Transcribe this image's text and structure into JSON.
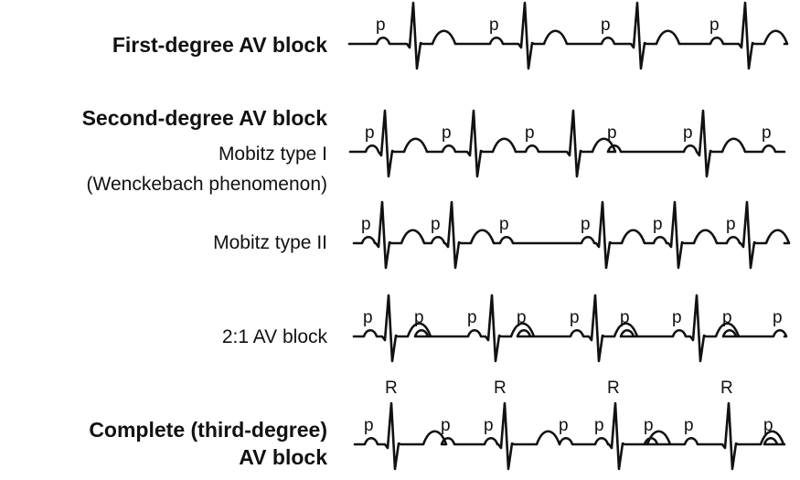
{
  "labels": {
    "first_degree": "First-degree AV block",
    "second_degree": "Second-degree AV block",
    "mobitz1_line1": "Mobitz type I",
    "mobitz1_line2": "(Wenckebach phenomenon)",
    "mobitz2": "Mobitz type II",
    "two_to_one": "2:1 AV block",
    "complete_line1": "Complete (third-degree)",
    "complete_line2": "AV block"
  },
  "wave_labels": {
    "p": "p",
    "r": "R"
  }
}
